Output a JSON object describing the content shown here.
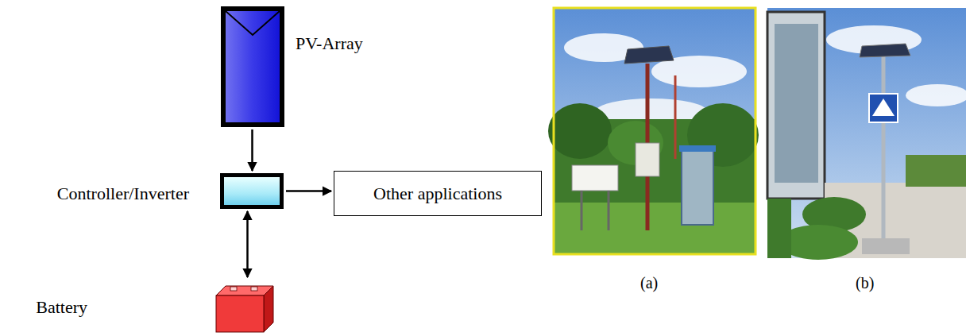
{
  "diagram": {
    "nodes": [
      {
        "text": [
          "PV-Array"
        ]
      },
      {
        "text": [
          "Controller/Inverter"
        ]
      },
      {
        "text": [
          "Other applications"
        ]
      },
      {
        "text": [
          "Battery"
        ]
      }
    ],
    "edges": [
      {
        "from": 0,
        "to": 1,
        "arrow": "to"
      },
      {
        "from": 1,
        "to": 2,
        "arrow": "to"
      },
      {
        "from": 1,
        "to": 3,
        "arrow": "both"
      }
    ],
    "labels": [
      "(a)",
      "(b)"
    ]
  }
}
